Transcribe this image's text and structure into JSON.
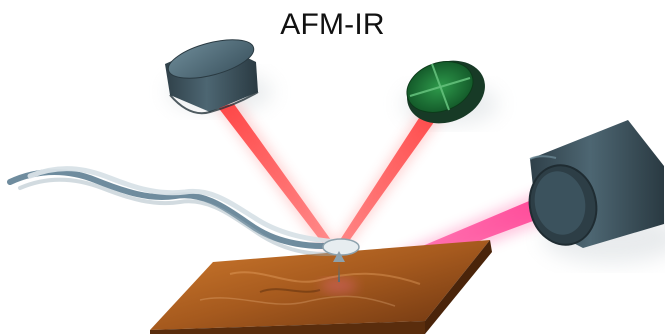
{
  "title": "AFM-IR",
  "colors": {
    "detector_body": "#3f5661",
    "detector_face_green": "#1f7a3a",
    "red_laser": "#ff1a1a",
    "ir_laser": "#ff2a86",
    "sample_surface": "#a65a1e"
  },
  "components": {
    "left_source": "cylinder-laser-source",
    "right_detector": "quadrant-photodetector",
    "ir_source": "ir-laser-source",
    "cantilever": "afm-cantilever-and-tip",
    "sample": "afm-topography-sample"
  }
}
